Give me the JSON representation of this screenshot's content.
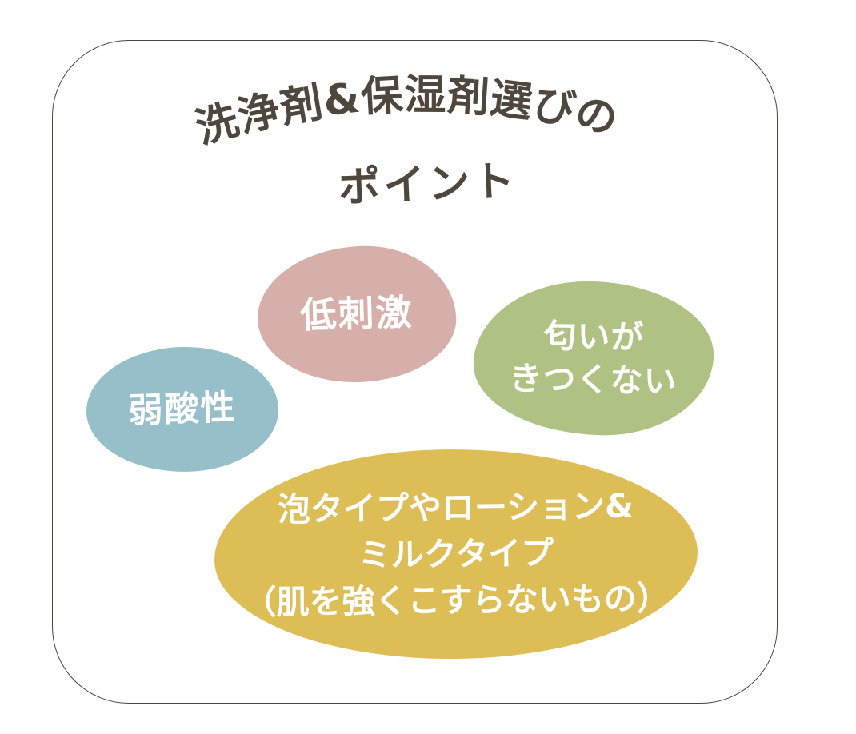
{
  "card": {
    "border_color": "#4a443d",
    "background_color": "#ffffff"
  },
  "title": {
    "arc_text": "洗浄剤&保湿剤選びの",
    "sub_text": "ポイント",
    "color": "#4f473e"
  },
  "blobs": [
    {
      "id": "low-irritation",
      "label": "低刺激",
      "color": "#d6aeaa",
      "text_color": "#ffffff"
    },
    {
      "id": "no-strong-smell",
      "label": "匂いが\nきつくない",
      "color": "#b0c184",
      "text_color": "#ffffff"
    },
    {
      "id": "weakly-acidic",
      "label": "弱酸性",
      "color": "#96bfc9",
      "text_color": "#ffffff"
    },
    {
      "id": "gentle-types",
      "label": "泡タイプやローション&\nミルクタイプ\n（肌を強くこすらないもの）",
      "color": "#ddbd55",
      "text_color": "#ffffff"
    }
  ]
}
